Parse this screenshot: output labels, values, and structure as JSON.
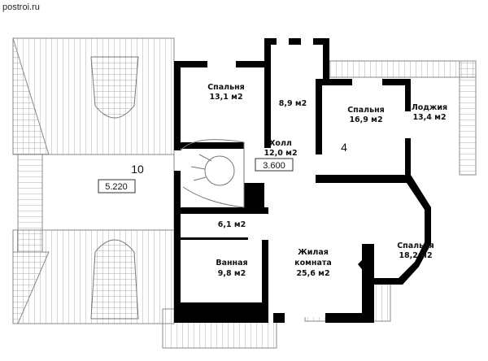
{
  "site": "postroi.ru",
  "rooms": {
    "bedroom1": {
      "name": "Спальня",
      "area": "13,1 м2"
    },
    "bath_upper": {
      "area": "8,9 м2"
    },
    "bedroom2": {
      "name": "Спальня",
      "area": "16,9 м2"
    },
    "loggia": {
      "name": "Лоджия",
      "area": "13,4 м2"
    },
    "hall": {
      "name": "Холл",
      "area": "12,0 м2"
    },
    "wc": {
      "area": "6,1 м2"
    },
    "bathroom": {
      "name": "Ванная",
      "area": "9,8 м2"
    },
    "living": {
      "name1": "Жилая",
      "name2": "комната",
      "area": "25,6 м2"
    },
    "bedroom3": {
      "name": "Спальня",
      "area": "18,2 м2"
    }
  },
  "marks": {
    "void_number": "10",
    "stair_number": "4",
    "level_hall": "3.600",
    "level_void": "5.220"
  },
  "colors": {
    "wall": "#000000",
    "line": "#777777"
  }
}
